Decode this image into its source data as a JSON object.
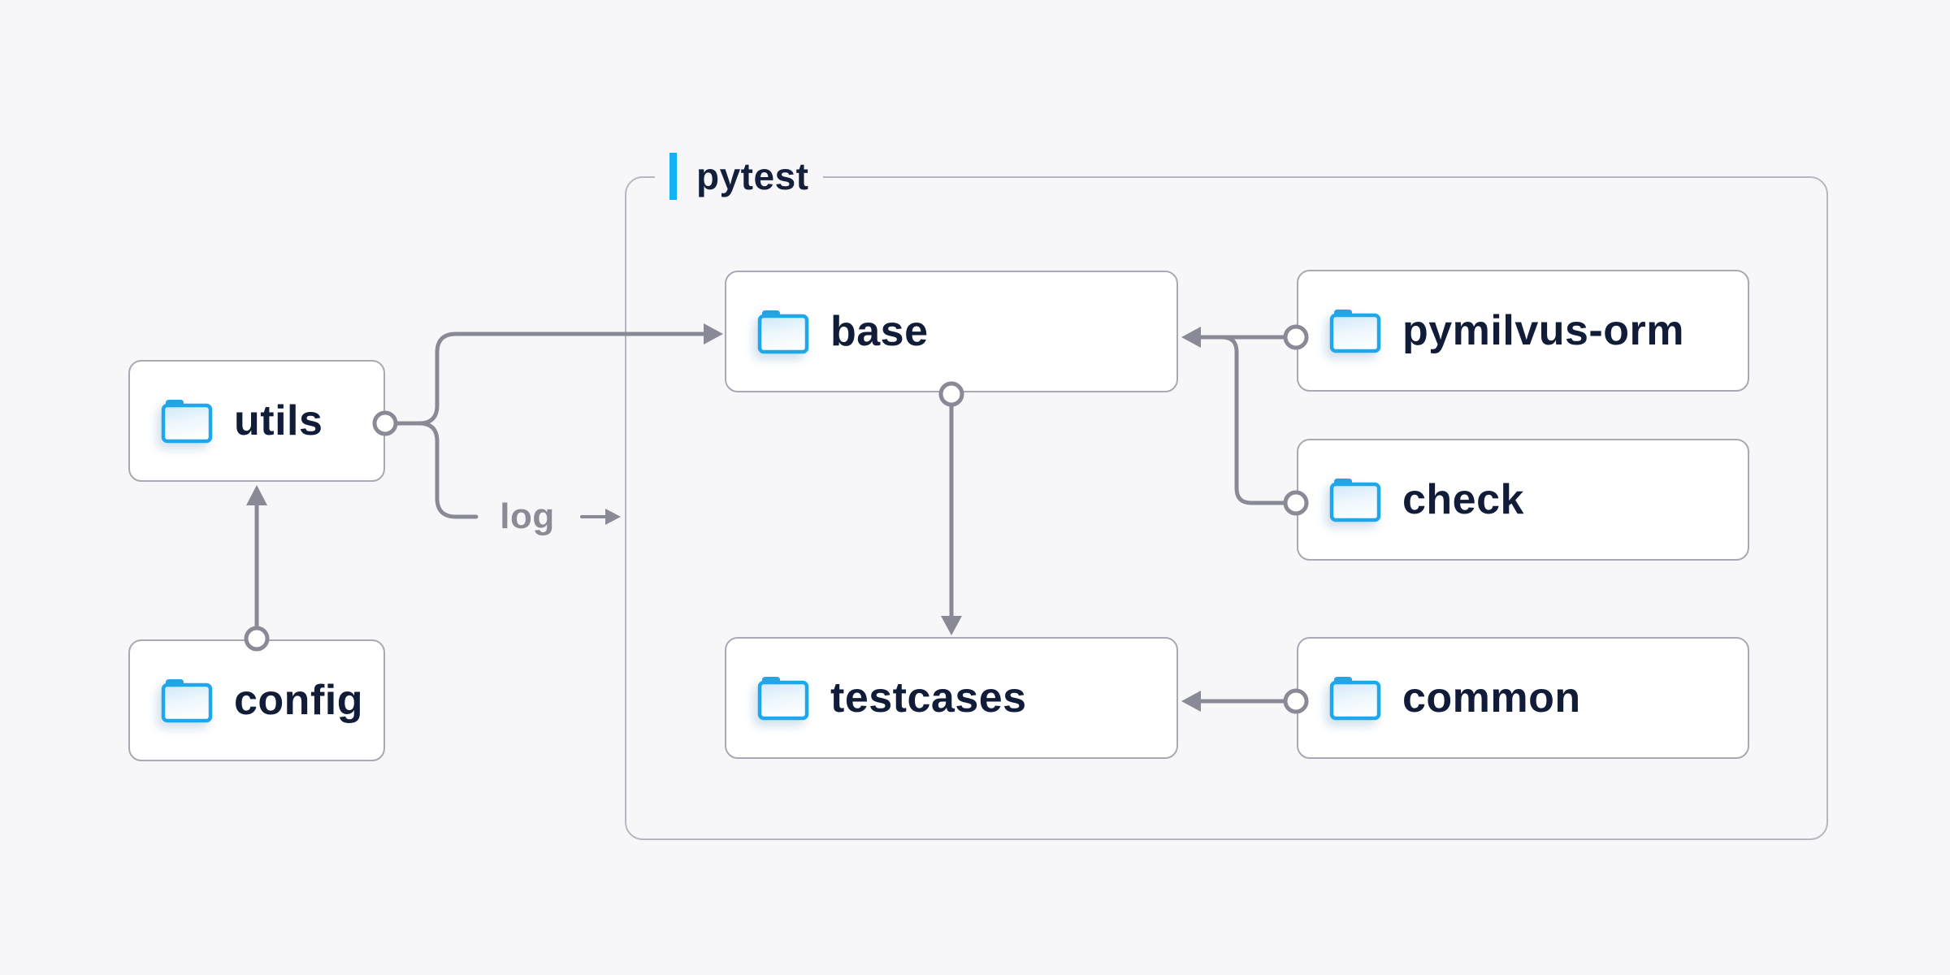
{
  "diagram": {
    "group": {
      "label": "pytest"
    },
    "nodes": [
      {
        "id": "utils",
        "label": "utils"
      },
      {
        "id": "config",
        "label": "config"
      },
      {
        "id": "base",
        "label": "base"
      },
      {
        "id": "testcases",
        "label": "testcases"
      },
      {
        "id": "pymilvus-orm",
        "label": "pymilvus-orm"
      },
      {
        "id": "check",
        "label": "check"
      },
      {
        "id": "common",
        "label": "common"
      }
    ],
    "edges": [
      {
        "from": "config",
        "to": "utils"
      },
      {
        "from": "utils",
        "to": "base"
      },
      {
        "from": "utils",
        "to": "pytest-group",
        "label": "log"
      },
      {
        "from": "base",
        "to": "testcases"
      },
      {
        "from": "pymilvus-orm",
        "to": "base"
      },
      {
        "from": "check",
        "to": "base"
      },
      {
        "from": "common",
        "to": "testcases"
      }
    ],
    "colors": {
      "background": "#f7f7f9",
      "accent_blue": "#12b1f2",
      "folder_blue": "#1fa7ec",
      "folder_tab_blue": "#2aa2de",
      "line_gray": "#8a8a96",
      "node_border_gray": "#a9a9b6",
      "group_border_gray": "#b6b6c3",
      "text_navy": "#111d38",
      "muted_text_gray": "#8b8b95",
      "node_background": "#ffffff"
    }
  }
}
